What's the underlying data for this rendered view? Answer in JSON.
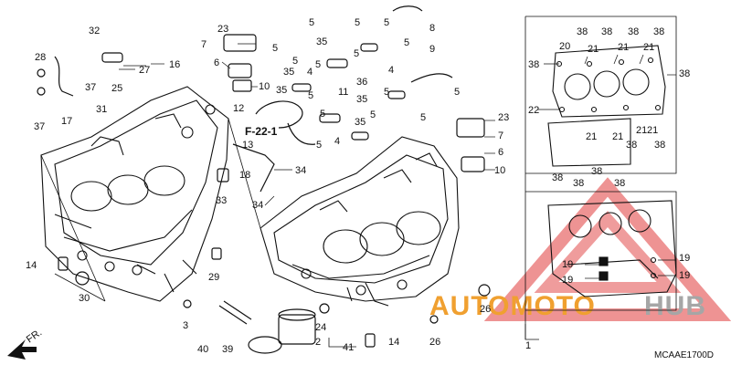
{
  "figure_code": "MCAAE1700D",
  "reference": "F-22-1",
  "front_label": "FR.",
  "watermark": {
    "part1": "AUTOMOTO",
    "part2": "HUB",
    "color_orange": "#f0a030",
    "color_gray": "#a6a6a6",
    "color_red": "#e03a3a"
  },
  "callouts": {
    "c1": "1",
    "c2": "2",
    "c3": "3",
    "c4a": "4",
    "c4b": "4",
    "c4c": "4",
    "c5a": "5",
    "c5b": "5",
    "c5c": "5",
    "c5d": "5",
    "c5e": "5",
    "c5f": "5",
    "c5g": "5",
    "c5h": "5",
    "c5i": "5",
    "c5j": "5",
    "c5k": "5",
    "c5l": "5",
    "c5m": "5",
    "c5n": "5",
    "c5o": "5",
    "c6a": "6",
    "c6b": "6",
    "c7a": "7",
    "c7b": "7",
    "c8": "8",
    "c9": "9",
    "c10a": "10",
    "c10b": "10",
    "c11": "11",
    "c12": "12",
    "c13": "13",
    "c14a": "14",
    "c14b": "14",
    "c16": "16",
    "c17": "17",
    "c18": "18",
    "c19a": "19",
    "c19b": "19",
    "c19c": "19",
    "c19d": "19",
    "c20": "20",
    "c21a": "21",
    "c21b": "21",
    "c21c": "21",
    "c21d": "21",
    "c21e": "21",
    "c21f": "21",
    "c21g": "21",
    "c22": "22",
    "c23a": "23",
    "c23b": "23",
    "c24": "24",
    "c25": "25",
    "c26a": "26",
    "c26b": "26",
    "c27": "27",
    "c28": "28",
    "c29": "29",
    "c30": "30",
    "c31": "31",
    "c32": "32",
    "c33": "33",
    "c34a": "34",
    "c34b": "34",
    "c35a": "35",
    "c35b": "35",
    "c35c": "35",
    "c35d": "35",
    "c35e": "35",
    "c36": "36",
    "c37a": "37",
    "c37b": "37",
    "c38a": "38",
    "c38b": "38",
    "c38c": "38",
    "c38d": "38",
    "c38e": "38",
    "c38f": "38",
    "c38g": "38",
    "c38h": "38",
    "c38i": "38",
    "c38j": "38",
    "c38k": "38",
    "c38l": "38",
    "c39": "39",
    "c40": "40",
    "c41": "41"
  }
}
